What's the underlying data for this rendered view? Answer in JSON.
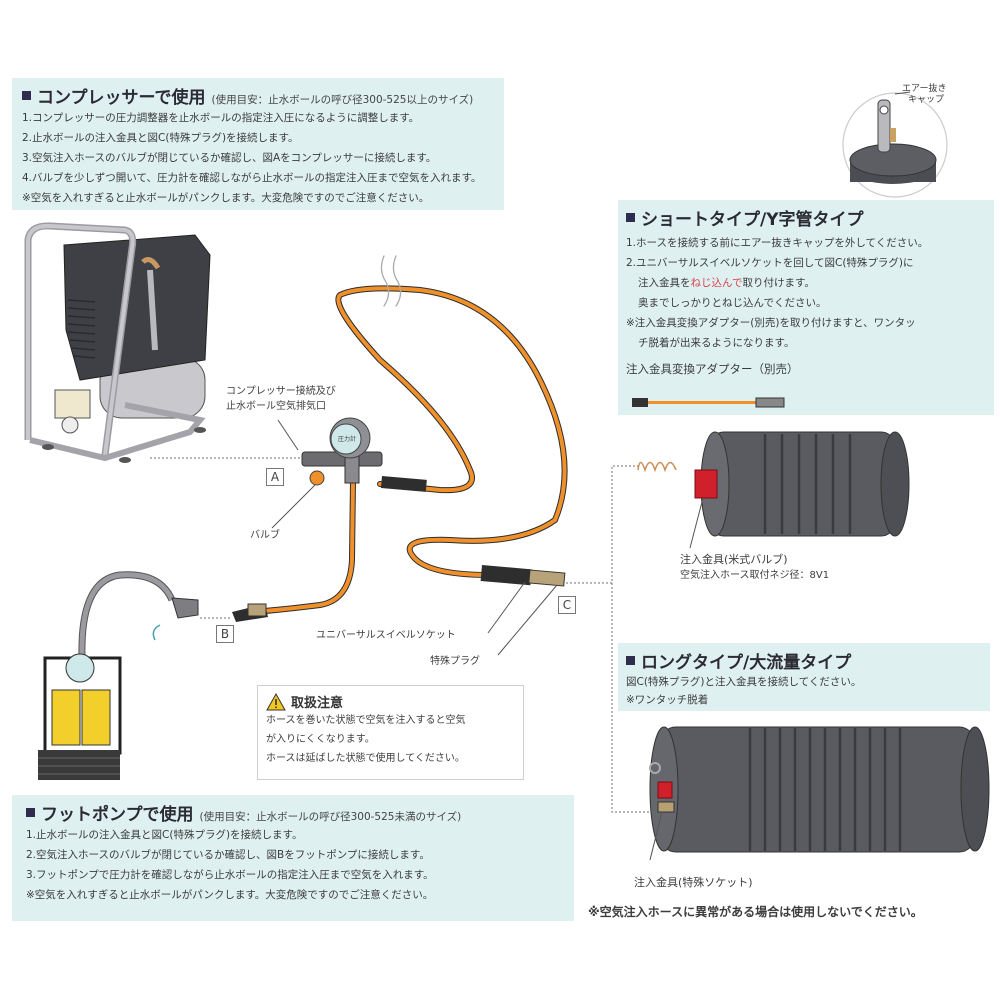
{
  "compressor_section": {
    "title": "コンプレッサーで使用",
    "subtitle": "(使用目安：止水ボールの呼び径300-525以上のサイズ)",
    "steps": [
      "1.コンプレッサーの圧力調整器を止水ボールの指定注入圧になるように調整します。",
      "2.止水ボールの注入金具と図C(特殊プラグ)を接続します。",
      "3.空気注入ホースのバルブが閉じているか確認し、図Aをコンプレッサーに接続します。",
      "4.バルブを少しずつ開いて、圧力計を確認しながら止水ボールの指定注入圧まで空気を入れます。"
    ],
    "warning": "※空気を入れすぎると止水ボールがパンクします。大変危険ですのでご注意ください。"
  },
  "air_release_cap": {
    "label_line1": "エアー抜き",
    "label_line2": "キャップ"
  },
  "short_type_section": {
    "title": "ショートタイプ/Y字管タイプ",
    "step1": "1.ホースを接続する前にエアー抜きキャップを外してください。",
    "step2": "2.ユニバーサルスイベルソケットを回して図C(特殊プラグ)に",
    "step2b_prefix": "注入金具を",
    "step2b_highlight": "ねじ込んで",
    "step2b_suffix": "取り付けます。",
    "step2c": "奥までしっかりとねじ込んでください。",
    "note1": "※注入金具変換アダプター(別売)を取り付けますと、ワンタッ",
    "note2": "チ脱着が出来るようになります。",
    "adapter_label": "注入金具変換アダプター（別売）"
  },
  "hose_diagram": {
    "connection_label_line1": "コンプレッサー接続及び",
    "connection_label_line2": "止水ボール空気排気口",
    "gauge_label": "圧力計",
    "valve_label": "バルブ",
    "swivel_socket_label": "ユニバーサルスイベルソケット",
    "special_plug_label": "特殊プラグ",
    "letter_a": "A",
    "letter_b": "B",
    "letter_c": "C"
  },
  "short_ball": {
    "fitting_label": "注入金具(米式バルブ)",
    "thread_label": "空気注入ホース取付ネジ径：8V1"
  },
  "long_type_section": {
    "title": "ロングタイプ/大流量タイプ",
    "line1": "図C(特殊プラグ)と注入金具を接続してください。",
    "line2": "※ワンタッチ脱着"
  },
  "long_ball": {
    "fitting_label": "注入金具(特殊ソケット)"
  },
  "caution_box": {
    "title": "取扱注意",
    "line1": "ホースを巻いた状態で空気を注入すると空気",
    "line2": "が入りにくくなります。",
    "line3": "ホースは延ばした状態で使用してください。"
  },
  "foot_pump_section": {
    "title": "フットポンプで使用",
    "subtitle": "(使用目安：止水ボールの呼び径300-525未満のサイズ)",
    "steps": [
      "1.止水ボールの注入金具と図C(特殊プラグ)を接続します。",
      "2.空気注入ホースのバルブが閉じているか確認し、図Bをフットポンプに接続します。",
      "3.フットポンプで圧力計を確認しながら止水ボールの指定注入圧まで空気を入れます。"
    ],
    "warning": "※空気を入れすぎると止水ボールがパンクします。大変危険ですのでご注意ください。"
  },
  "bottom_warning": "※空気注入ホースに異常がある場合は使用しないでください。",
  "colors": {
    "panel_bg": "#dff0f0",
    "hose_orange": "#f0902a",
    "warning_red": "#d8404c",
    "ball_dark": "#55565b",
    "fitting_red": "#d0202c",
    "pump_yellow": "#f2cf2a"
  }
}
